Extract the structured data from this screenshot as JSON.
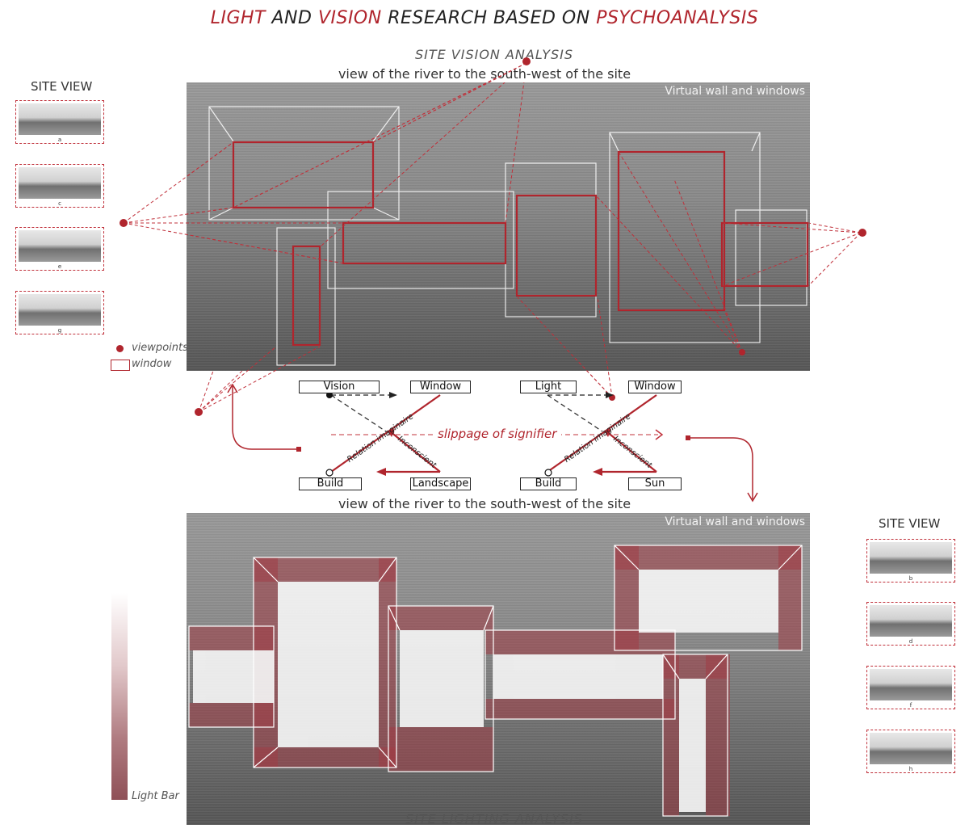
{
  "title": {
    "w1": "LIGHT",
    "w2": "AND",
    "w3": "VISION",
    "w4": "RESEARCH  BASED ON",
    "w5": "PSYCHOANALYSIS"
  },
  "site_vision_title": "SITE  VISION  ANALYSIS",
  "site_lighting_title": "SITE LIGHTING ANALYSIS",
  "top_caption": "view of the river to the south-west of the site",
  "bottom_caption": "view of the river to the south-west of the site",
  "panel_tag_top": "Virtual wall and windows",
  "panel_tag_bottom": "Virtual wall and windows",
  "left_site_view": {
    "heading": "SITE VIEW",
    "labels": [
      "a",
      "c",
      "e",
      "g"
    ]
  },
  "right_site_view": {
    "heading": "SITE VIEW",
    "labels": [
      "b",
      "d",
      "f",
      "h"
    ]
  },
  "legend": {
    "viewpoints": "viewpoints",
    "window": "window"
  },
  "diagram": {
    "left": {
      "tl": "Vision",
      "tr": "Window",
      "bl": "Build",
      "br": "Landscape",
      "diag1": "Relation imaginaire",
      "diag2": "Inconscient"
    },
    "right": {
      "tl": "Light",
      "tr": "Window",
      "bl": "Build",
      "br": "Sun",
      "diag1": "Relation imaginaire",
      "diag2": "Inconscient"
    },
    "slippage": "slippage of signifier"
  },
  "light_bar_label": "Light Bar",
  "colors": {
    "accent": "#b0252d",
    "frame": "#ffffff"
  }
}
